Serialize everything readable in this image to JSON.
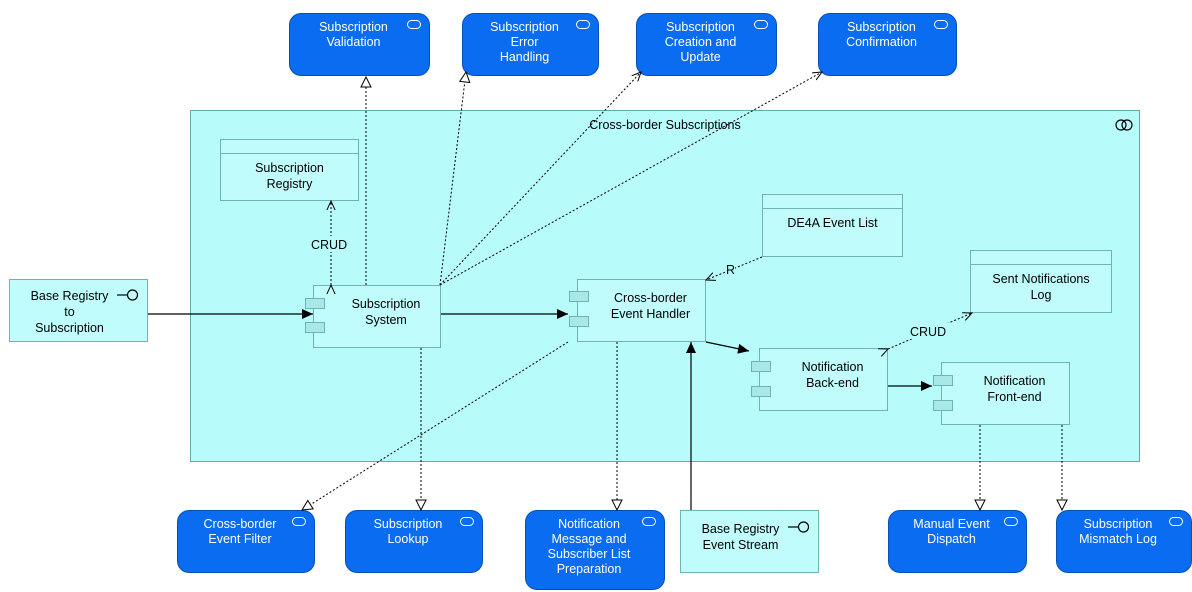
{
  "group": {
    "title": "Cross-border Subscriptions"
  },
  "services_top": [
    {
      "label": "Subscription\nValidation"
    },
    {
      "label": "Subscription\nError\nHandling"
    },
    {
      "label": "Subscription\nCreation and\nUpdate"
    },
    {
      "label": "Subscription\nConfirmation"
    }
  ],
  "services_bottom": [
    {
      "label": "Cross-border\nEvent Filter"
    },
    {
      "label": "Subscription\nLookup"
    },
    {
      "label": "Notification\nMessage and\nSubscriber List\nPreparation"
    },
    {
      "label": "Manual Event\nDispatch"
    },
    {
      "label": "Subscription\nMismatch Log"
    }
  ],
  "data_objects": {
    "registry": "Subscription\nRegistry",
    "de4a": "DE4A Event List",
    "sent_log": "Sent Notifications\nLog"
  },
  "components": {
    "subscription_system": "Subscription\nSystem",
    "event_handler": "Cross-border\nEvent Handler",
    "backend": "Notification\nBack-end",
    "frontend": "Notification\nFront-end"
  },
  "interfaces": {
    "base_to_sub": "Base Registry\nto\nSubscription",
    "event_stream": "Base Registry\nEvent Stream"
  },
  "edge_labels": {
    "crud_registry": "CRUD",
    "read_de4a": "R",
    "crud_log": "CRUD"
  },
  "colors": {
    "service_fill": "#0a6cf0",
    "app_fill": "#c1fcfc",
    "group_fill": "#b8fbfb"
  }
}
